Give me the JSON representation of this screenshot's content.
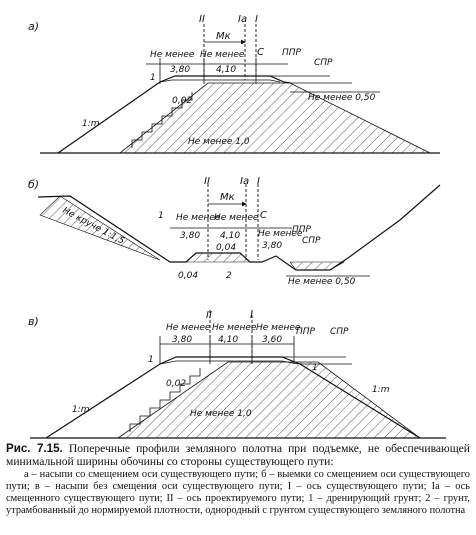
{
  "figure": {
    "labels": {
      "a": "а)",
      "b": "б)",
      "v": "в)",
      "axis_II": "II",
      "axis_Ia": "Iа",
      "axis_I": "I",
      "M_k": "Мк",
      "C": "С",
      "ne_menee": "Не менее",
      "w_380": "3,80",
      "w_410": "4,10",
      "w_360": "3,60",
      "ppr": "ППР",
      "spr": "СПР",
      "ne_menee_050": "Не менее 0,50",
      "ne_menee_10": "Не менее 1,0",
      "slope_002": "0,02",
      "slope_004": "0,04",
      "slope_1m": "1:m",
      "ne_kruche": "Не круче 1:1,5",
      "num_1": "1",
      "num_2": "2"
    }
  },
  "caption": {
    "fig_no": "Рис. 7.15.",
    "title": " Поперечные профили земляного полотна при подъемке, не обеспечивающей минимальной ширины обочины со стороны существующего пути:",
    "notes": "а – насыпи со смещением оси существующего пути; б – выемки со смещением оси существующего пути; в – насыпи без смещения оси существующего пути; I – ось существующего пути; Iа – ось смещенного существующего пути; II – ось проектируемого пути; 1 – дренирующий грунт; 2 – грунт, утрамбованный до нормируемой плотности, однородный с грунтом существующего земляного полотна"
  }
}
